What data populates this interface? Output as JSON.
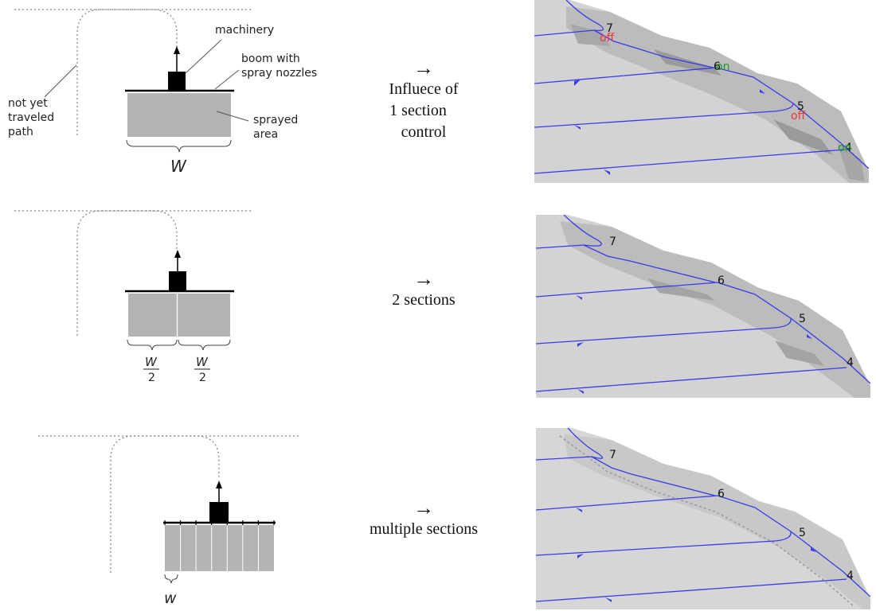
{
  "labels": {
    "machinery": "machinery",
    "boom_line1": "boom with",
    "boom_line2": "spray nozzles",
    "not_yet_1": "not yet",
    "not_yet_2": "traveled",
    "not_yet_3": "path",
    "sprayed_1": "sprayed",
    "sprayed_2": "area",
    "width_full": "W",
    "width_half": "W",
    "width_half_den": "2",
    "width_small": "w"
  },
  "captions": {
    "row1": {
      "arrow": "→",
      "line1": "Influece of",
      "line2": "1 section",
      "line3": "control"
    },
    "row2": {
      "arrow": "→",
      "line1": "2 sections"
    },
    "row3": {
      "arrow": "→",
      "line1": "multiple sections"
    }
  },
  "maps": {
    "row1": {
      "headlands": [
        "7",
        "6",
        "5",
        "4"
      ],
      "status": {
        "7": "off",
        "6": "on",
        "5": "off",
        "4": "on"
      }
    },
    "row2": {
      "headlands": [
        "7",
        "6",
        "5",
        "4"
      ]
    },
    "row3": {
      "headlands": [
        "7",
        "6",
        "5",
        "4"
      ]
    }
  },
  "colors": {
    "track": "#3a3ae8",
    "off": "#e83a3a",
    "on": "#1f9a2a",
    "field": "#d4d4d4",
    "sprayed": "#b4b4b4"
  }
}
